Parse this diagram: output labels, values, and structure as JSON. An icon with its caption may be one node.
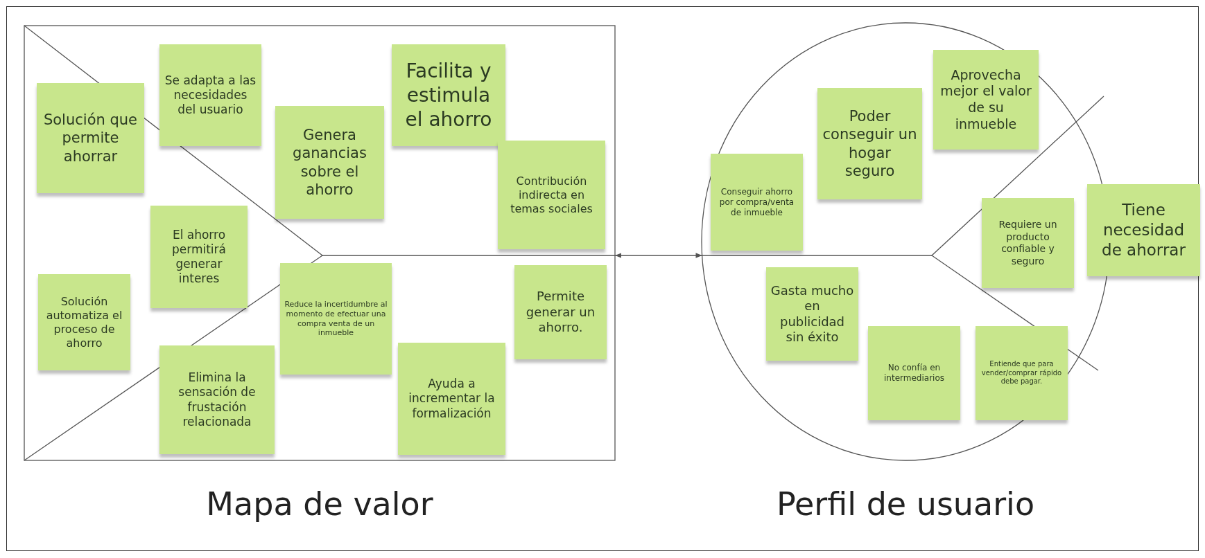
{
  "diagram": {
    "nodes": [
      {
        "text": [
          "Mapa de valor"
        ]
      },
      {
        "text": [
          "Solución que permite ahorrar"
        ],
        "in": 0
      },
      {
        "text": [
          "Se adapta a las necesidades del usuario"
        ],
        "in": 0
      },
      {
        "text": [
          "Genera ganancias sobre el ahorro"
        ],
        "in": 0
      },
      {
        "text": [
          "Facilita y estimula el ahorro"
        ],
        "in": 0
      },
      {
        "text": [
          "Contribución indirecta en temas sociales"
        ],
        "in": 0
      },
      {
        "text": [
          "El ahorro permitirá generar interes"
        ],
        "in": 0
      },
      {
        "text": [
          "Solución automatiza el proceso de ahorro"
        ],
        "in": 0
      },
      {
        "text": [
          "Reduce la incertidumbre al momento de efectuar una compra venta de un inmueble"
        ],
        "in": 0
      },
      {
        "text": [
          "Permite generar un ahorro."
        ],
        "in": 0
      },
      {
        "text": [
          "Elimina la sensación de frustación relacionada"
        ],
        "in": 0
      },
      {
        "text": [
          "Ayuda a incrementar la formalización"
        ],
        "in": 0
      },
      {
        "text": [
          "Perfil de usuario"
        ]
      },
      {
        "text": [
          "Conseguir ahorro por compra/venta de inmueble"
        ],
        "in": 12
      },
      {
        "text": [
          "Poder conseguir un hogar seguro"
        ],
        "in": 12
      },
      {
        "text": [
          "Aprovecha mejor el valor de su inmueble"
        ],
        "in": 12
      },
      {
        "text": [
          "Requiere un producto confiable y seguro"
        ],
        "in": 12
      },
      {
        "text": [
          "Tiene necesidad de ahorrar"
        ]
      },
      {
        "text": [
          "Gasta mucho en publicidad sin éxito"
        ],
        "in": 12
      },
      {
        "text": [
          "No confía en intermediarios"
        ],
        "in": 12
      },
      {
        "text": [
          "Entiende que para vender/comprar rápido debe pagar."
        ],
        "in": 12
      }
    ],
    "edges": [
      {
        "from": 0,
        "to": 12,
        "arrow": "both"
      }
    ]
  }
}
